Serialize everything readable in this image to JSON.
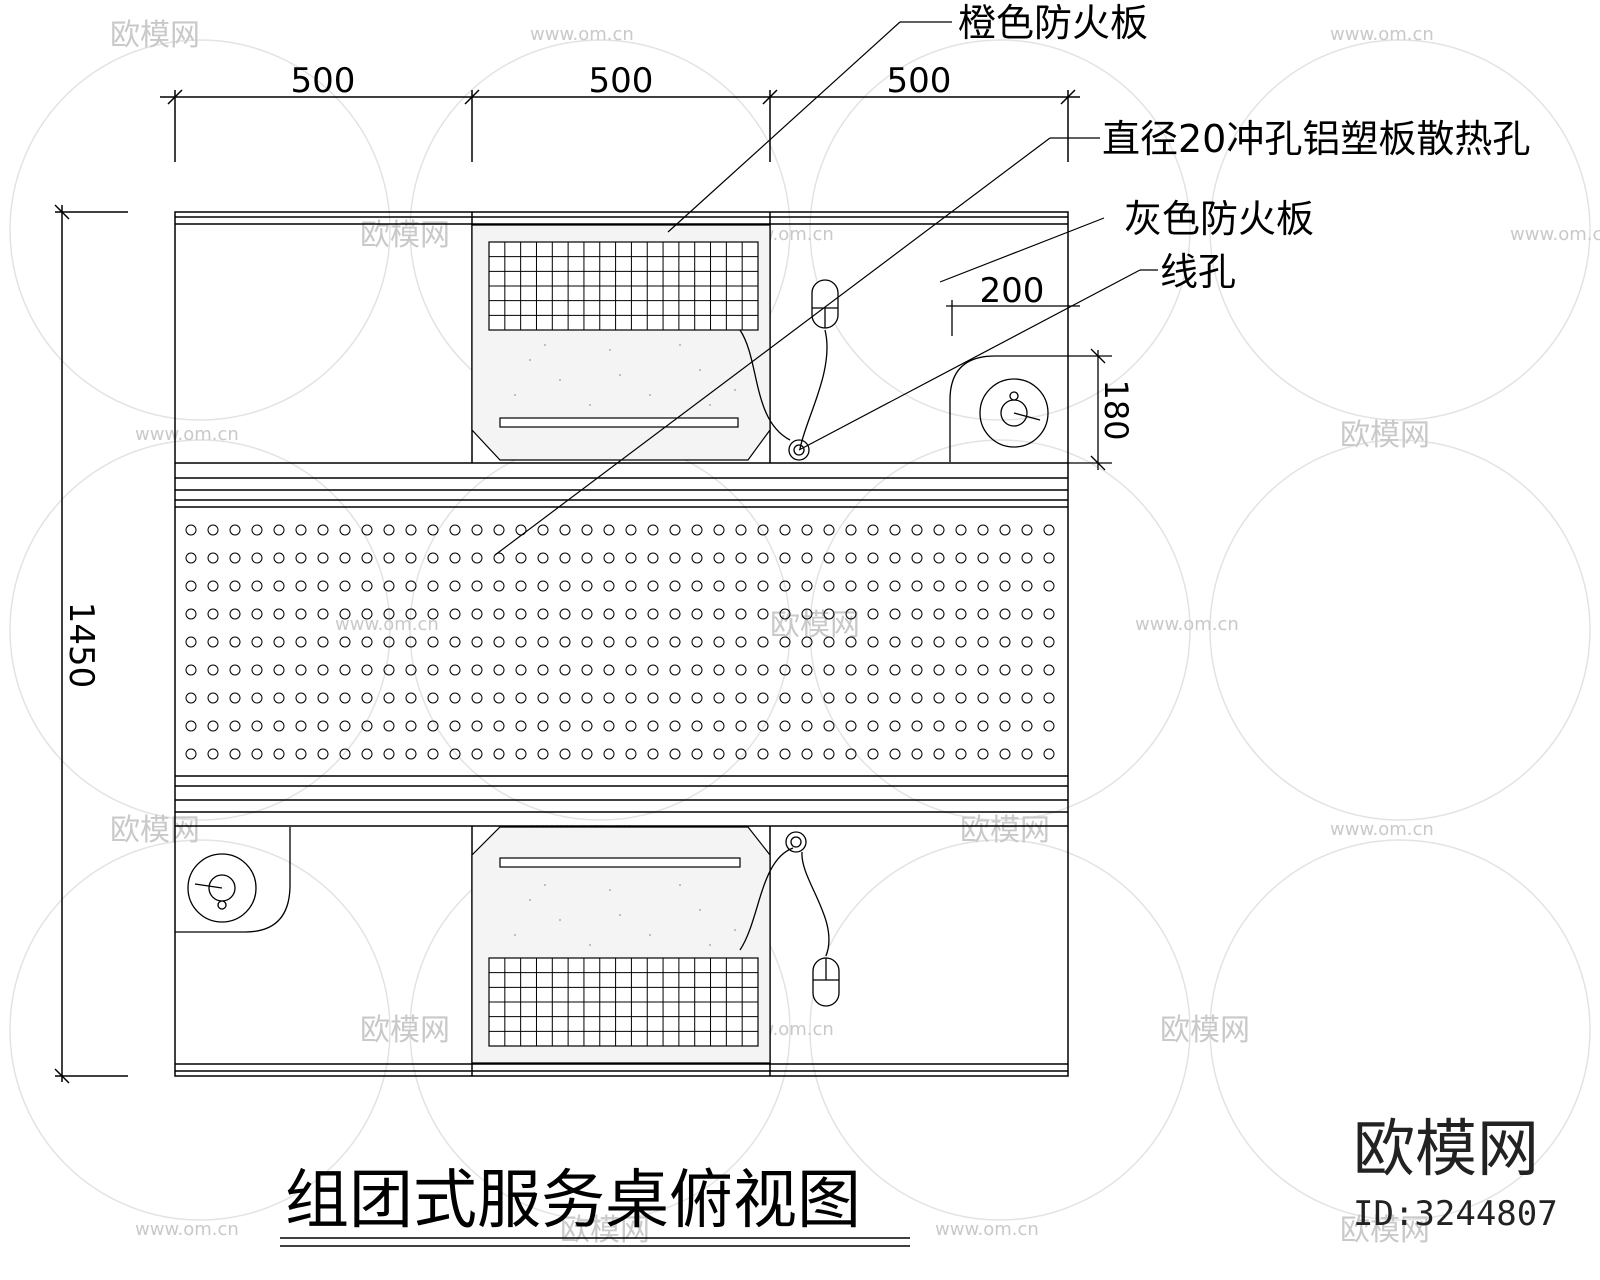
{
  "title": "组团式服务桌俯视图",
  "dimensions": {
    "top": [
      "500",
      "500",
      "500"
    ],
    "left": "1450",
    "small_right": "180",
    "small_top": "200"
  },
  "callouts": {
    "orange_board": "橙色防火板",
    "perforated_panel": "直径20冲孔铝塑板散热孔",
    "gray_board": "灰色防火板",
    "wire_hole": "线孔"
  },
  "watermark": {
    "brand": "欧模网",
    "url": "www.om.cn",
    "id": "ID:3244807"
  }
}
